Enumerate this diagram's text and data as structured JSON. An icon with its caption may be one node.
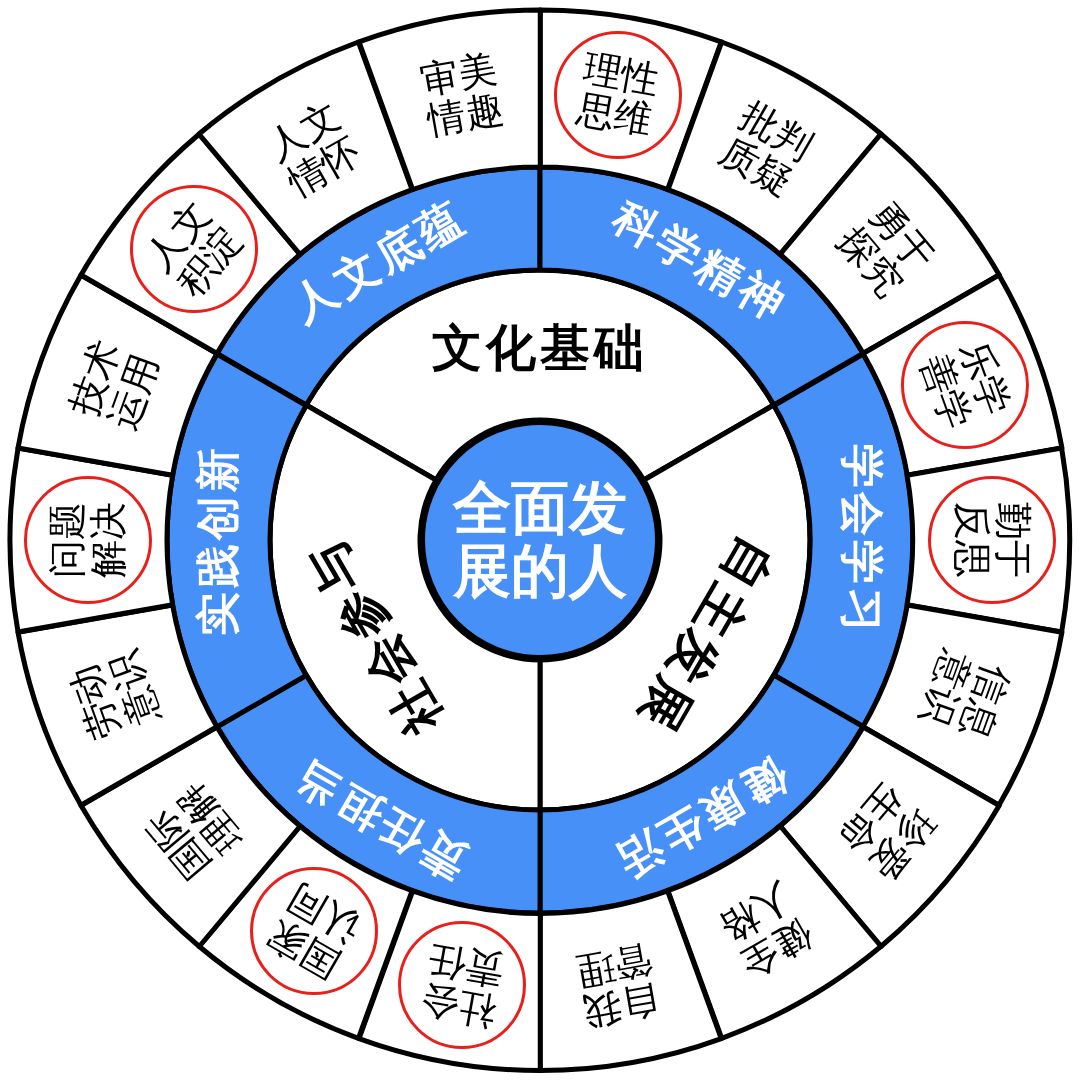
{
  "diagram": {
    "nodes": [
      {
        "text": [
          "全面发展的人"
        ]
      },
      {
        "text": [
          "文化基础"
        ]
      },
      {
        "text": [
          "自主发展"
        ]
      },
      {
        "text": [
          "社会参与"
        ]
      },
      {
        "text": [
          "人文底蕴"
        ]
      },
      {
        "text": [
          "科学精神"
        ]
      },
      {
        "text": [
          "学会学习"
        ]
      },
      {
        "text": [
          "健康生活"
        ]
      },
      {
        "text": [
          "责任担当"
        ]
      },
      {
        "text": [
          "实践创新"
        ]
      },
      {
        "text": [],
        "shape": "sector"
      },
      {
        "text": [
          "理性思维"
        ],
        "in": 10
      },
      {
        "text": [
          "批判质疑"
        ]
      },
      {
        "text": [
          "勇于探究"
        ]
      },
      {
        "text": [],
        "shape": "sector"
      },
      {
        "text": [
          "乐学善学"
        ],
        "in": 14
      },
      {
        "text": [],
        "shape": "sector"
      },
      {
        "text": [
          "勤于反思"
        ],
        "in": 16
      },
      {
        "text": [
          "信息意识"
        ]
      },
      {
        "text": [
          "珍爱生命"
        ]
      },
      {
        "text": [
          "健全人格"
        ]
      },
      {
        "text": [
          "自我管理"
        ]
      },
      {
        "text": [],
        "shape": "sector"
      },
      {
        "text": [
          "社会责任"
        ],
        "in": 22
      },
      {
        "text": [],
        "shape": "sector"
      },
      {
        "text": [
          "国家认同"
        ],
        "in": 24
      },
      {
        "text": [
          "国际理解"
        ]
      },
      {
        "text": [
          "劳动意识"
        ]
      },
      {
        "text": [],
        "shape": "sector"
      },
      {
        "text": [
          "问题解决"
        ],
        "in": 28
      },
      {
        "text": [
          "技术运用"
        ]
      },
      {
        "text": [],
        "shape": "sector"
      },
      {
        "text": [
          "人文积淀"
        ],
        "in": 31
      },
      {
        "text": [
          "人文情怀"
        ]
      },
      {
        "text": [
          "审美情趣"
        ]
      }
    ]
  }
}
